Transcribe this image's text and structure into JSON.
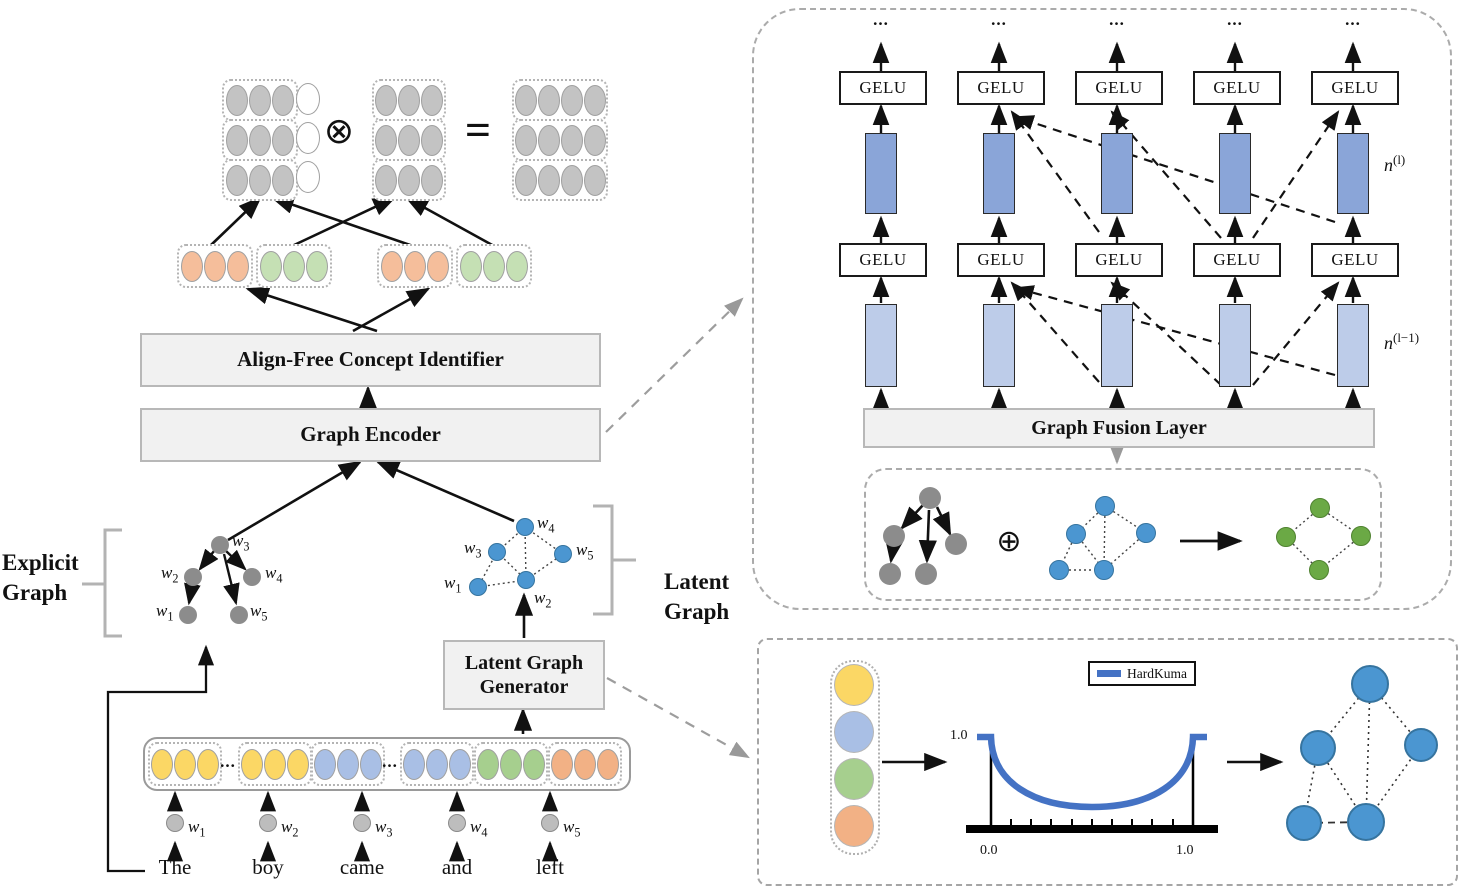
{
  "sym": {
    "otimes": "⊗",
    "equals": "=",
    "oplus": "⊕"
  },
  "boxes": {
    "concept_identifier": "Align-Free Concept Identifier",
    "graph_encoder": "Graph Encoder",
    "generator": [
      "Latent Graph",
      "Generator"
    ],
    "fusion": "Graph Fusion Layer"
  },
  "side_labels": {
    "explicit": [
      "Explicit",
      "Graph"
    ],
    "latent": [
      "Latent",
      "Graph"
    ]
  },
  "w_labels": [
    {
      "base": "w",
      "sub": "1"
    },
    {
      "base": "w",
      "sub": "2"
    },
    {
      "base": "w",
      "sub": "3"
    },
    {
      "base": "w",
      "sub": "4"
    },
    {
      "base": "w",
      "sub": "5"
    }
  ],
  "sentence": [
    "The",
    "boy",
    "came",
    "and",
    "left"
  ],
  "embedding": {
    "dots": "..."
  },
  "panel_top": {
    "ellipsis": "...",
    "gelu": "GELU",
    "n_upper": {
      "base": "n",
      "sup": "(l)"
    },
    "n_lower": {
      "base": "n",
      "sup": "(l−1)"
    }
  },
  "panel_bottom": {
    "legend": "HardKuma",
    "y_max": "1.0",
    "x_min": "0.0",
    "x_max": "1.0"
  },
  "colors": {
    "embed_yellow": "#FBD765",
    "embed_blue": "#A9BFE5",
    "embed_green": "#A6CF8E",
    "embed_orange": "#F2B185",
    "concept_orange": "#F5BE9B",
    "concept_green": "#C5E0B4",
    "matrix_gray": "#C3C3C3",
    "node_gray": "#8C8C8C",
    "node_blue": "#4B96D1",
    "node_green": "#6BA945",
    "rect_blue_dark": "#8AA5D8",
    "rect_blue_light": "#BDCCE9",
    "curve_blue": "#4472C4",
    "box_fill": "#F1F1F1"
  }
}
